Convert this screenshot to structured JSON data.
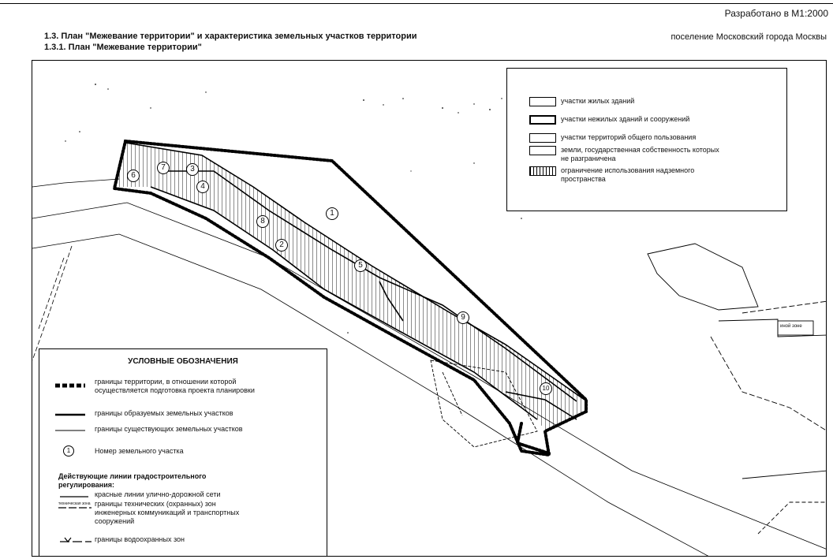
{
  "header": {
    "stamp": "Разработано в  M1:2000",
    "title_line1": "1.3. План \"Межевание территории\" и характеристика земельных участков территории",
    "title_line2": "1.3.1. План \"Межевание территории\"",
    "right_caption": "поселение Московский города Москвы"
  },
  "legend_top_right": {
    "items": [
      {
        "label": "участки жилых зданий",
        "style": "thin"
      },
      {
        "label": "участки нежилых зданий и сооружений",
        "style": "thick"
      },
      {
        "label": "участки территорий общего пользования",
        "style": "thin"
      },
      {
        "label": "земли, государственная собственность которых не разграничена",
        "style": "thin"
      },
      {
        "label": "ограничение использования надземного пространства",
        "style": "hatch"
      }
    ]
  },
  "legend_bottom_left": {
    "title": "УСЛОВНЫЕ ОБОЗНАЧЕНИЯ",
    "territory_boundary": "границы территории, в отношении которой осуществляется подготовка проекта планировки",
    "formed_parcels": "границы образуемых земельных участков",
    "existing_parcels": "границы существующих земельных участков",
    "parcel_number_symbol": "1",
    "parcel_number": "Номер земельного участка",
    "regulation_heading": "Действующие линии градостроительного регулирования:",
    "red_lines": "красные линии улично-дорожной сети",
    "tech_zone_tag": "техническая зона",
    "tech_zones": "границы технических (охранных) зон инженерных коммуникаций и транспортных сооружений",
    "water_zones": "границы водоохранных зон"
  },
  "map": {
    "parcel_labels": [
      "1",
      "2",
      "3",
      "4",
      "5",
      "6",
      "7",
      "8",
      "9",
      "10"
    ],
    "small_label": "иной зоне"
  }
}
